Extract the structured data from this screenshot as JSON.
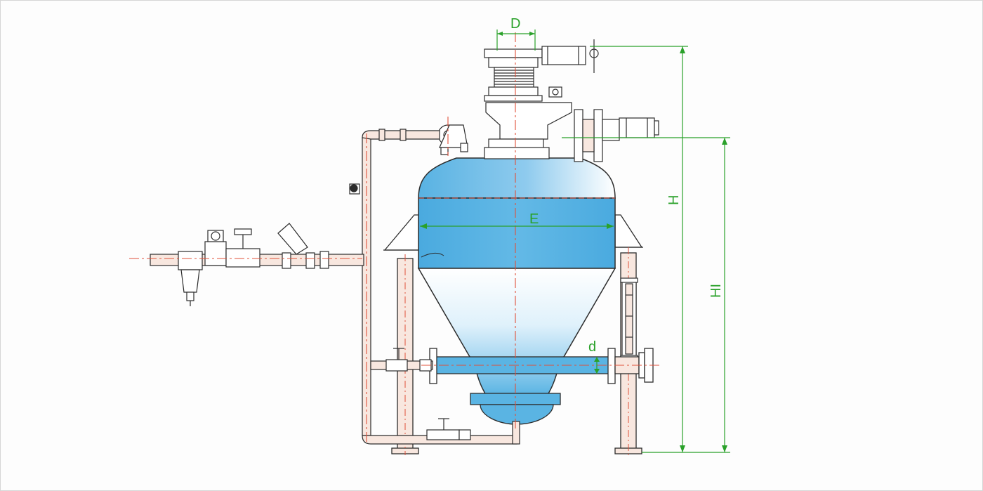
{
  "diagram": {
    "labels": {
      "D": "D",
      "E": "E",
      "H": "H",
      "HI": "HI",
      "d": "d"
    }
  },
  "colors": {
    "vessel_blue": "#5ab4e3",
    "vessel_light": "#e4f3fb",
    "outline": "#2c2c2c",
    "centerline": "#e0503a",
    "dimension": "#2aa12a",
    "pipe_fill": "#f8e7df"
  }
}
